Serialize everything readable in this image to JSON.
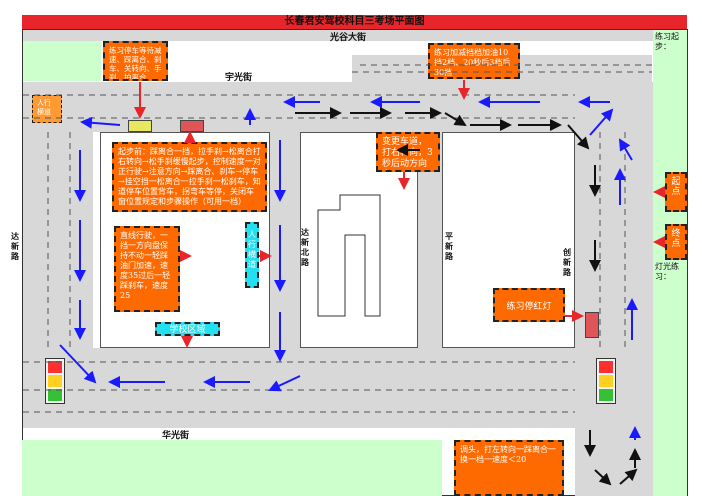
{
  "title": "长春君安驾校科目三考场平面图",
  "streets": {
    "top_main": "光谷大街",
    "yuguang": "宇光街",
    "huaguang": "华光街",
    "left": "达新路",
    "middle": "达新北路",
    "ping": "平新路",
    "right": "创新路"
  },
  "notes": {
    "stop_pull_over": "练习停车等待减速、踩离合、刹车、关转向、手刹、拍离合",
    "gear_change": "练习加减挡档加油10挡2档、20秒后3档后30挡",
    "start_steps": "起步前：踩离合一挡，拉手刹→松离合打右转向→松手刹缓慢起步，控制速度一对正行驶→注意方向→踩离合、刹车→停车→挂空挡一松离合一拉手刹一松刹车，知道停车位置背车，拐弯车等停，关闭车窗位置规定和步骤操作（可用一档）",
    "turn_right": "变更车道，打右转向，3秒后动方向盘",
    "straight": "直线行驶，一挡一方向盘保持不动一轻踩油门加速，速度35过后一轻踩刹车，速度25",
    "practice_light": "练习停红灯",
    "u_turn": "调头，打左转向一踩离合一换一档一速度＜20",
    "school_zone": "学校区域",
    "pedestrian": "人行横道",
    "pedestrian_top": "人行横道",
    "start_point": "起点",
    "end_point": "终点"
  },
  "side_notes": {
    "top_right": "练习起步：",
    "mid_right": "灯光练习："
  },
  "colors": {
    "title_bar": "#e8252a",
    "road": "#d8d8d8",
    "arrow": "#1a1aff",
    "note_box": "#ff6a00",
    "green_area": "#ccffcc",
    "cyan_box": "#22e0f0"
  }
}
